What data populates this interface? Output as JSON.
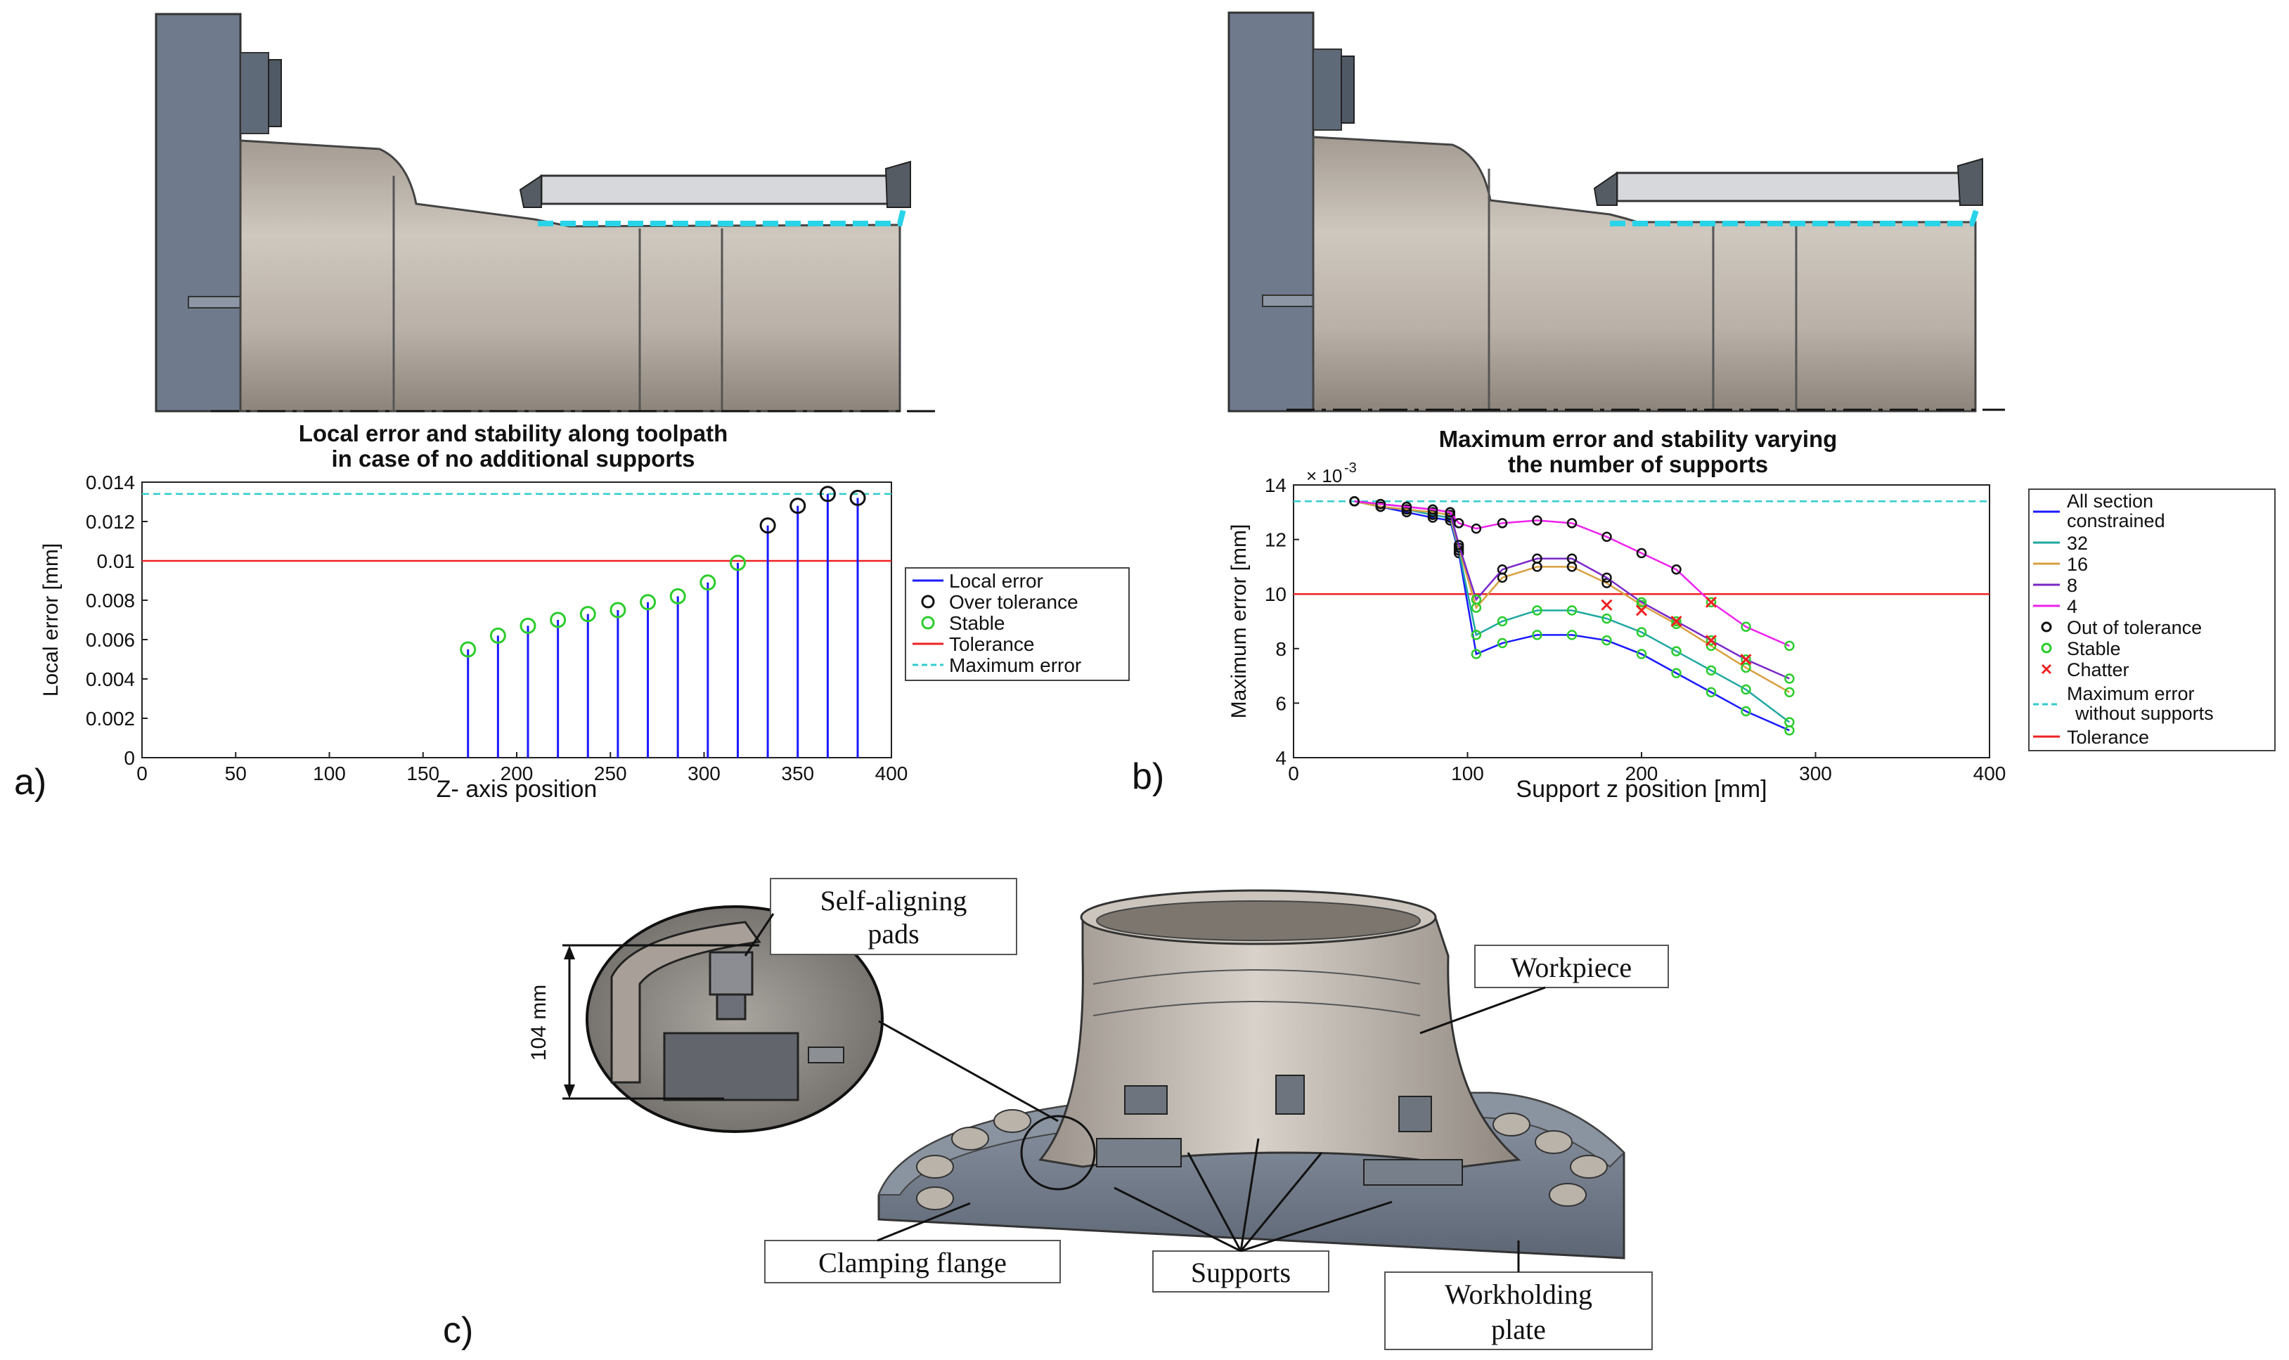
{
  "panel_labels": {
    "a": "a)",
    "b": "b)",
    "c": "c)"
  },
  "colors": {
    "machine_gray": "#6f7b8c",
    "part_beige": "#b3aca3",
    "toolpath_cyan": "#29d4e8",
    "local_error_blue": "#1a1aff",
    "stable_green": "#2ccc2c",
    "tolerance_red": "#ee2222",
    "max_error_cyan": "#33cccc",
    "series_32": "#1fa8a0",
    "series_16": "#d9a040",
    "series_8": "#7a28c8",
    "series_4": "#ee22ee",
    "chatter_red": "#ee2222"
  },
  "chart_data": [
    {
      "type": "scatter",
      "title": "Local error and stability along toolpath in case of no additional supports",
      "title_lines": [
        "Local error and stability along toolpath",
        "in case of no additional supports"
      ],
      "xlabel": "Z- axis position",
      "ylabel": "Local error [mm]",
      "xlim": [
        0,
        400
      ],
      "ylim": [
        0,
        0.014
      ],
      "xticks": [
        0,
        50,
        100,
        150,
        200,
        250,
        300,
        350,
        400
      ],
      "yticks": [
        0,
        0.002,
        0.004,
        0.006,
        0.008,
        0.01,
        0.012,
        0.014
      ],
      "ytick_labels": [
        "0",
        "0.002",
        "0.004",
        "0.006",
        "0.008",
        "0.01",
        "0.012",
        "0.014"
      ],
      "grid": false,
      "legend_position": "right",
      "tolerance": 0.01,
      "maximum_error": 0.0134,
      "x": [
        174,
        190,
        206,
        222,
        238,
        254,
        270,
        286,
        302,
        318,
        334,
        350,
        366,
        382
      ],
      "local_error": [
        0.0055,
        0.0062,
        0.0067,
        0.007,
        0.0073,
        0.0075,
        0.0079,
        0.0082,
        0.0089,
        0.0099,
        0.0118,
        0.0128,
        0.0134,
        0.0132
      ],
      "status": [
        "stable",
        "stable",
        "stable",
        "stable",
        "stable",
        "stable",
        "stable",
        "stable",
        "stable",
        "stable",
        "over",
        "over",
        "over",
        "over"
      ],
      "legend": [
        "Local error",
        "Over tolerance",
        "Stable",
        "Tolerance",
        "Maximum error"
      ]
    },
    {
      "type": "line",
      "title": "Maximum error and stability varying the number of supports",
      "title_lines": [
        "Maximum error and stability varying",
        "the number of supports"
      ],
      "xlabel": "Support z position [mm]",
      "ylabel": "Maximum error [mm]",
      "y_multiplier": "× 10",
      "y_exponent": "-3",
      "xlim": [
        0,
        400
      ],
      "ylim": [
        4,
        14
      ],
      "xticks": [
        0,
        100,
        200,
        300,
        400
      ],
      "yticks": [
        4,
        6,
        8,
        10,
        12,
        14
      ],
      "grid": false,
      "legend_position": "right",
      "tolerance": 10,
      "maximum_error_without_supports": 13.4,
      "series": [
        {
          "name": "All section constrained",
          "x": [
            35,
            50,
            65,
            80,
            90,
            95,
            105,
            120,
            140,
            160,
            180,
            200,
            220,
            240,
            260,
            285
          ],
          "values": [
            13.4,
            13.2,
            13.0,
            12.8,
            12.7,
            11.5,
            7.8,
            8.2,
            8.5,
            8.5,
            8.3,
            7.8,
            7.1,
            6.4,
            5.7,
            5.0
          ],
          "color": "#1a1aff"
        },
        {
          "name": "32",
          "x": [
            35,
            50,
            65,
            80,
            90,
            95,
            105,
            120,
            140,
            160,
            180,
            200,
            220,
            240,
            260,
            285
          ],
          "values": [
            13.4,
            13.2,
            13.1,
            12.9,
            12.8,
            11.6,
            8.5,
            9.0,
            9.4,
            9.4,
            9.1,
            8.6,
            7.9,
            7.2,
            6.5,
            5.3
          ],
          "color": "#1fa8a0"
        },
        {
          "name": "16",
          "x": [
            35,
            50,
            65,
            80,
            90,
            95,
            105,
            120,
            140,
            160,
            180,
            200,
            220,
            240,
            260,
            285
          ],
          "values": [
            13.4,
            13.2,
            13.1,
            13.0,
            12.9,
            11.7,
            9.5,
            10.6,
            11.0,
            11.0,
            10.4,
            9.6,
            8.9,
            8.1,
            7.3,
            6.4
          ],
          "color": "#d9a040"
        },
        {
          "name": "8",
          "x": [
            35,
            50,
            65,
            80,
            90,
            95,
            105,
            120,
            140,
            160,
            180,
            200,
            220,
            240,
            260,
            285
          ],
          "values": [
            13.4,
            13.3,
            13.2,
            13.1,
            13.0,
            11.8,
            9.8,
            10.9,
            11.3,
            11.3,
            10.6,
            9.7,
            9.0,
            8.3,
            7.6,
            6.9
          ],
          "color": "#7a28c8"
        },
        {
          "name": "4",
          "x": [
            35,
            50,
            65,
            80,
            90,
            95,
            105,
            120,
            140,
            160,
            180,
            200,
            220,
            240,
            260,
            285
          ],
          "values": [
            13.4,
            13.3,
            13.2,
            13.1,
            13.0,
            12.6,
            12.4,
            12.6,
            12.7,
            12.6,
            12.1,
            11.5,
            10.9,
            9.7,
            8.8,
            8.1
          ],
          "color": "#ee22ee"
        }
      ],
      "status_note": "marker per point: black circle = out of tolerance, green circle = stable, red cross = chatter",
      "chatter_points": {
        "x": [
          180,
          240,
          200,
          240,
          220,
          260
        ],
        "values": [
          9.6,
          9.7,
          9.4,
          8.3,
          9.0,
          7.6
        ]
      },
      "legend": [
        "All section constrained",
        "32",
        "16",
        "8",
        "4",
        "Out of tolerance",
        "Stable",
        "Chatter",
        "Maximum error without supports",
        "Tolerance"
      ],
      "legend_lines": [
        [
          "All section",
          "constrained"
        ],
        [
          "32"
        ],
        [
          "16"
        ],
        [
          "8"
        ],
        [
          "4"
        ],
        [
          "Out of tolerance"
        ],
        [
          "Stable"
        ],
        [
          "Chatter"
        ],
        [
          "Maximum error",
          "without supports"
        ],
        [
          "Tolerance"
        ]
      ]
    }
  ],
  "illustration_c": {
    "dimension_label": "104 mm",
    "callouts": {
      "self_aligning_pads": [
        "Self-aligning",
        "pads"
      ],
      "workpiece": "Workpiece",
      "clamping_flange": "Clamping flange",
      "supports": "Supports",
      "workholding_plate": [
        "Workholding",
        "plate"
      ]
    }
  }
}
